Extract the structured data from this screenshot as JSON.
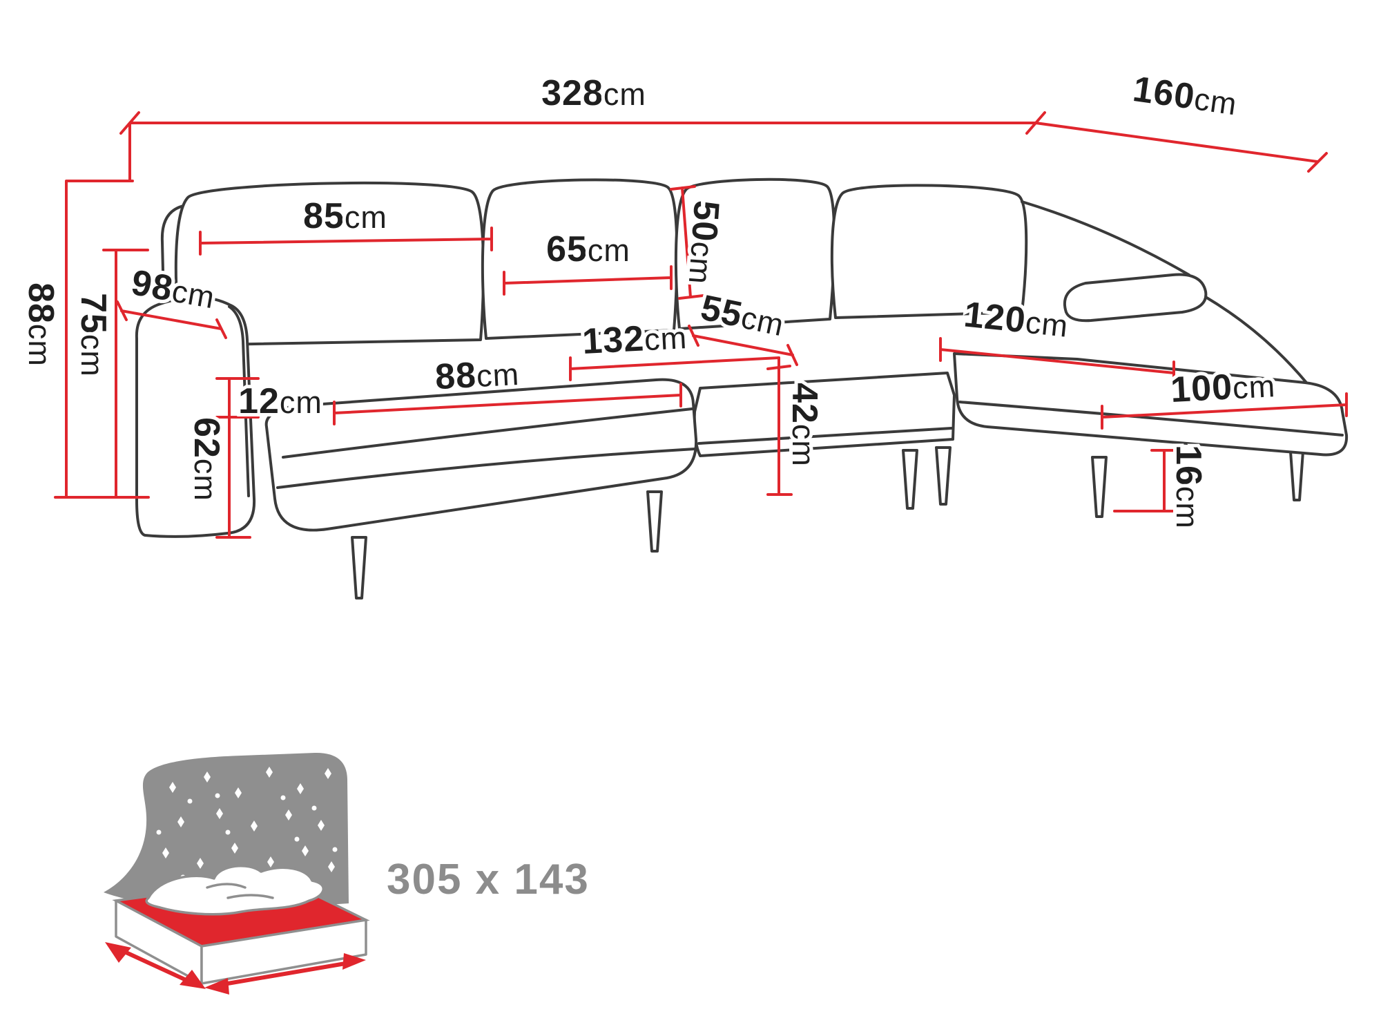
{
  "diagram": {
    "title": "corner-sofa-dimension-diagram",
    "unit_default": "cm",
    "dims": {
      "total_width": {
        "value": "328",
        "unit": "cm"
      },
      "side_depth": {
        "value": "160",
        "unit": "cm"
      },
      "total_height": {
        "value": "88",
        "unit": "cm"
      },
      "backrest_height": {
        "value": "75",
        "unit": "cm"
      },
      "armrest_depth": {
        "value": "98",
        "unit": "cm"
      },
      "back_cushion_large": {
        "value": "85",
        "unit": "cm"
      },
      "back_cushion_small": {
        "value": "65",
        "unit": "cm"
      },
      "back_cushion_height": {
        "value": "50",
        "unit": "cm"
      },
      "middle_seat_depth": {
        "value": "55",
        "unit": "cm"
      },
      "middle_section_width": {
        "value": "132",
        "unit": "cm"
      },
      "chaise_width": {
        "value": "120",
        "unit": "cm"
      },
      "seat_cushion_thickness": {
        "value": "12",
        "unit": "cm"
      },
      "seat_cushion_width": {
        "value": "88",
        "unit": "cm"
      },
      "base_height": {
        "value": "62",
        "unit": "cm"
      },
      "seat_height": {
        "value": "42",
        "unit": "cm"
      },
      "chaise_length": {
        "value": "100",
        "unit": "cm"
      },
      "leg_height": {
        "value": "16",
        "unit": "cm"
      }
    },
    "sleeping_area": {
      "label": "305 x 143"
    },
    "colors": {
      "dimension_red": "#e0262d",
      "sofa_outline": "#3a3a3a",
      "icon_gray": "#8f8f8f",
      "label_dark": "#1f1f1f"
    }
  }
}
